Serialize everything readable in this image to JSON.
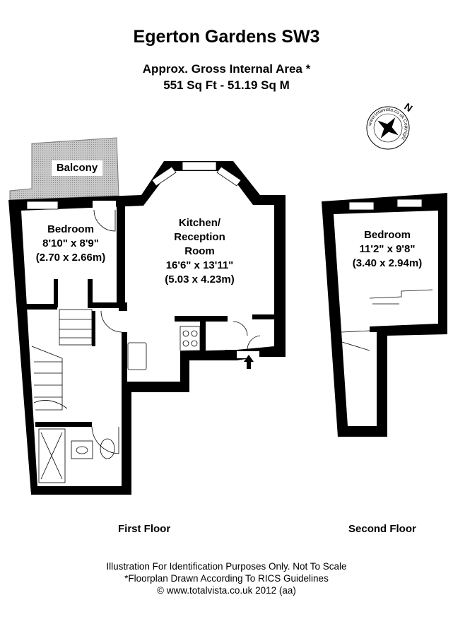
{
  "header": {
    "title": "Egerton Gardens SW3",
    "area_label": "Approx. Gross Internal Area *",
    "area_value": "551 Sq Ft  -  51.19 Sq M"
  },
  "compass": {
    "north_label": "N",
    "ring_text": "www.totalvista.co.uk Copyright"
  },
  "first_floor": {
    "label": "First Floor",
    "balcony": "Balcony",
    "bedroom": {
      "name": "Bedroom",
      "imperial": "8'10\" x 8'9\"",
      "metric": "(2.70 x 2.66m)"
    },
    "kitchen": {
      "name1": "Kitchen/",
      "name2": "Reception",
      "name3": "Room",
      "imperial": "16'6\" x 13'11\"",
      "metric": "(5.03 x 4.23m)"
    }
  },
  "second_floor": {
    "label": "Second Floor",
    "bedroom": {
      "name": "Bedroom",
      "imperial": "11'2\" x 9'8\"",
      "metric": "(3.40 x 2.94m)"
    }
  },
  "footer": {
    "line1": "Illustration For Identification Purposes Only. Not To Scale",
    "line2": "*Floorplan Drawn According To RICS Guidelines",
    "line3": "© www.totalvista.co.uk  2012 (aa)"
  },
  "colors": {
    "wall": "#000000",
    "balcony": "#b8b8b8"
  }
}
